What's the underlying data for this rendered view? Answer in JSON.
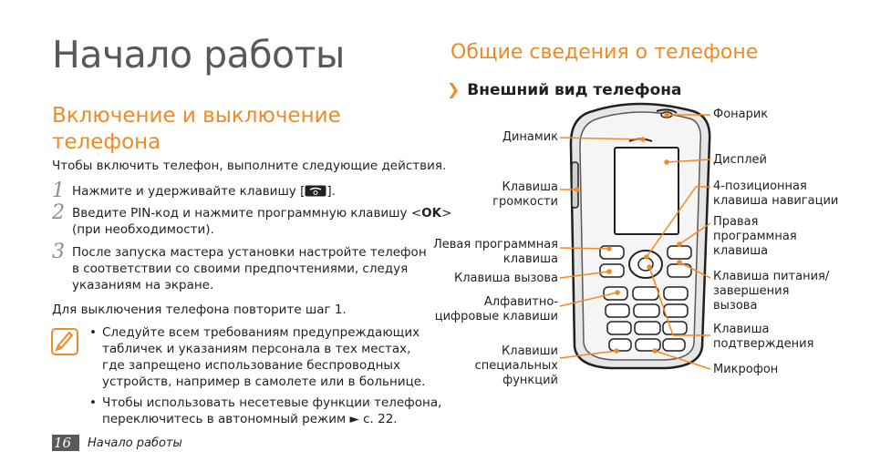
{
  "page_title": "Начало работы",
  "left": {
    "section_title": "Включение и выключение телефона",
    "intro": "Чтобы включить телефон, выполните следующие действия.",
    "steps": [
      {
        "num": "1",
        "text_line1": "Нажмите и удерживайте клавишу [",
        "text_after_icon": "]."
      },
      {
        "num": "2",
        "text_line1": "Введите PIN-код и нажмите программную клавишу <",
        "ok": "OK",
        "text_line1_end": ">",
        "text_line2": "(при необходимости)."
      },
      {
        "num": "3",
        "text_line1": "После запуска мастера установки настройте телефон",
        "text_line2": "в соответствии со своими предпочтениями, следуя",
        "text_line3": "указаниям на экране."
      }
    ],
    "off_text": "Для выключения телефона повторите шаг 1.",
    "notes": [
      {
        "lines": [
          "Следуйте всем требованиям предупреждающих",
          "табличек и указаниям персонала в тех местах,",
          "где запрещено использование беспроводных",
          "устройств, например в самолете или в больнице."
        ]
      },
      {
        "lines": [
          "Чтобы использовать несетевые функции телефона,",
          "переключитесь в автономный режим ► с. 22."
        ]
      }
    ]
  },
  "right": {
    "section_title": "Общие сведения о телефоне",
    "subsection_arrow": "❯",
    "subsection_title": "Внешний вид телефона",
    "callouts_left": [
      {
        "id": "speaker",
        "lines": [
          "Динамик"
        ]
      },
      {
        "id": "volume",
        "lines": [
          "Клавиша",
          "громкости"
        ]
      },
      {
        "id": "left-soft",
        "lines": [
          "Левая программная",
          "клавиша"
        ]
      },
      {
        "id": "call",
        "lines": [
          "Клавиша вызова"
        ]
      },
      {
        "id": "alnum",
        "lines": [
          "Алфавитно-",
          "цифровые клавиши"
        ]
      },
      {
        "id": "special",
        "lines": [
          "Клавиши",
          "специальных",
          "функций"
        ]
      }
    ],
    "callouts_right": [
      {
        "id": "flashlight",
        "lines": [
          "Фонарик"
        ]
      },
      {
        "id": "display",
        "lines": [
          "Дисплей"
        ]
      },
      {
        "id": "nav",
        "lines": [
          "4-позиционная",
          "клавиша навигации"
        ]
      },
      {
        "id": "right-soft",
        "lines": [
          "Правая",
          "программная",
          "клавиша"
        ]
      },
      {
        "id": "power",
        "lines": [
          "Клавиша питания/",
          "завершения",
          "вызова"
        ]
      },
      {
        "id": "confirm",
        "lines": [
          "Клавиша",
          "подтверждения"
        ]
      },
      {
        "id": "mic",
        "lines": [
          "Микрофон"
        ]
      }
    ]
  },
  "footer": {
    "page_number": "16",
    "section": "Начало работы"
  },
  "colors": {
    "accent": "#f08a24",
    "heading_gray": "#58595b"
  }
}
